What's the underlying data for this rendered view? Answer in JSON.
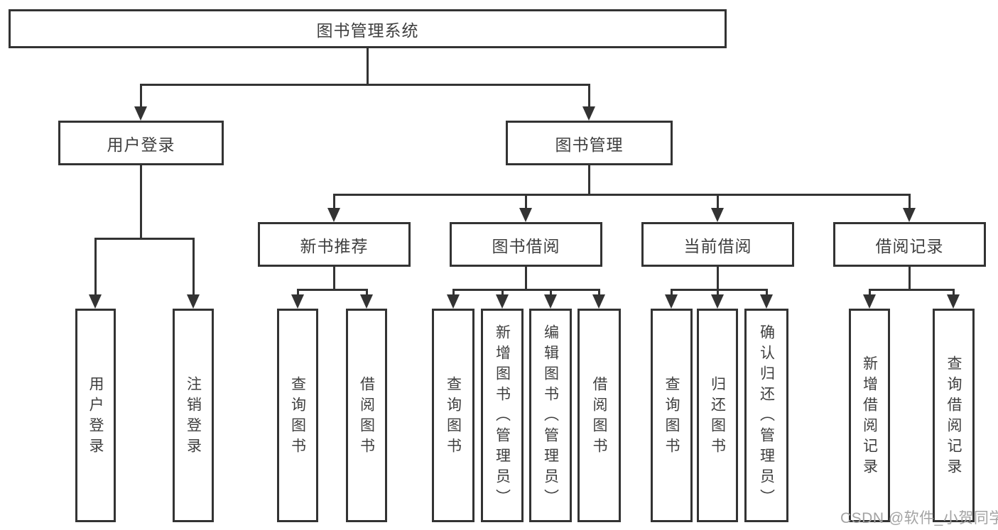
{
  "title": "图书管理系统",
  "user_branch": {
    "label": "用户登录",
    "children": [
      {
        "label": "用户登录"
      },
      {
        "label": "注销登录"
      }
    ]
  },
  "mgmt_branch": {
    "label": "图书管理",
    "groups": [
      {
        "label": "新书推荐",
        "children": [
          {
            "label": "查询图书"
          },
          {
            "label": "借阅图书"
          }
        ]
      },
      {
        "label": "图书借阅",
        "children": [
          {
            "label": "查询图书"
          },
          {
            "label": "新增图书（管理员）"
          },
          {
            "label": "编辑图书（管理员）"
          },
          {
            "label": "借阅图书"
          }
        ]
      },
      {
        "label": "当前借阅",
        "children": [
          {
            "label": "查询图书"
          },
          {
            "label": "归还图书"
          },
          {
            "label": "确认归还（管理员）"
          }
        ]
      },
      {
        "label": "借阅记录",
        "children": [
          {
            "label": "新增借阅记录"
          },
          {
            "label": "查询借阅记录"
          }
        ]
      }
    ]
  },
  "watermark": "CSDN @软件_小贺同学",
  "colors": {
    "line": "#333333",
    "text": "#3f3f3f",
    "watermark": "#a3a3a3",
    "background": "#ffffff"
  }
}
